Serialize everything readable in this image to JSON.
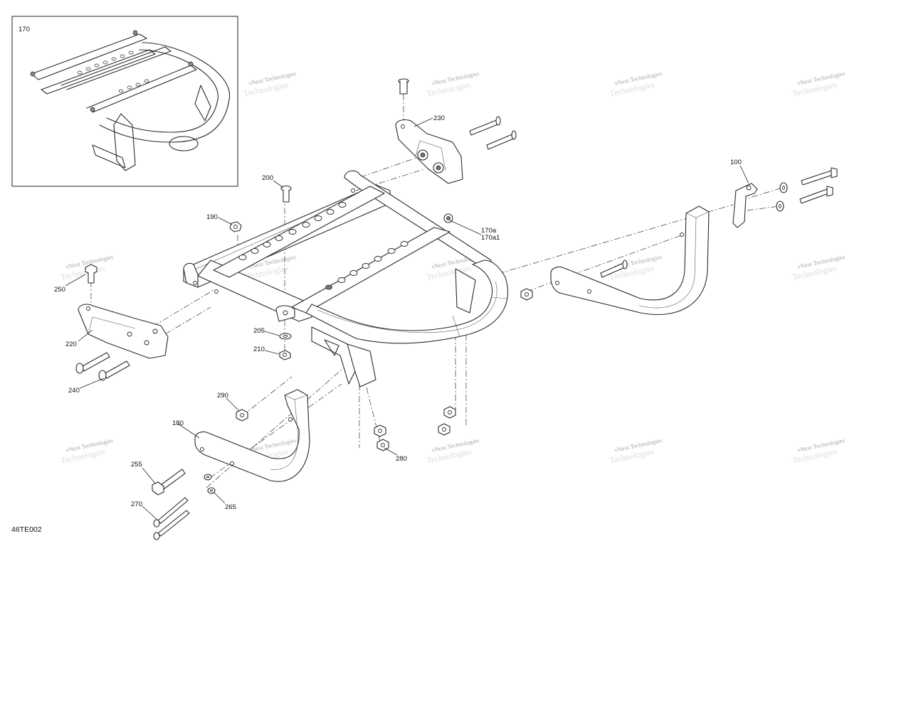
{
  "diagram_code": "46TE002",
  "inset_label": "170",
  "watermark": {
    "line1": "vNext Technologies",
    "line2": "Technologies"
  },
  "callouts": [
    {
      "id": "c100",
      "text": "100"
    },
    {
      "id": "c170a",
      "text": "170a"
    },
    {
      "id": "c170a1",
      "text": "170a1"
    },
    {
      "id": "c180",
      "text": "180"
    },
    {
      "id": "c190",
      "text": "190"
    },
    {
      "id": "c200",
      "text": "200"
    },
    {
      "id": "c205",
      "text": "205"
    },
    {
      "id": "c210",
      "text": "210"
    },
    {
      "id": "c220",
      "text": "220"
    },
    {
      "id": "c230",
      "text": "230"
    },
    {
      "id": "c240",
      "text": "240"
    },
    {
      "id": "c250",
      "text": "250"
    },
    {
      "id": "c255",
      "text": "255"
    },
    {
      "id": "c265",
      "text": "265"
    },
    {
      "id": "c270",
      "text": "270"
    },
    {
      "id": "c280",
      "text": "280"
    },
    {
      "id": "c290",
      "text": "290"
    }
  ]
}
